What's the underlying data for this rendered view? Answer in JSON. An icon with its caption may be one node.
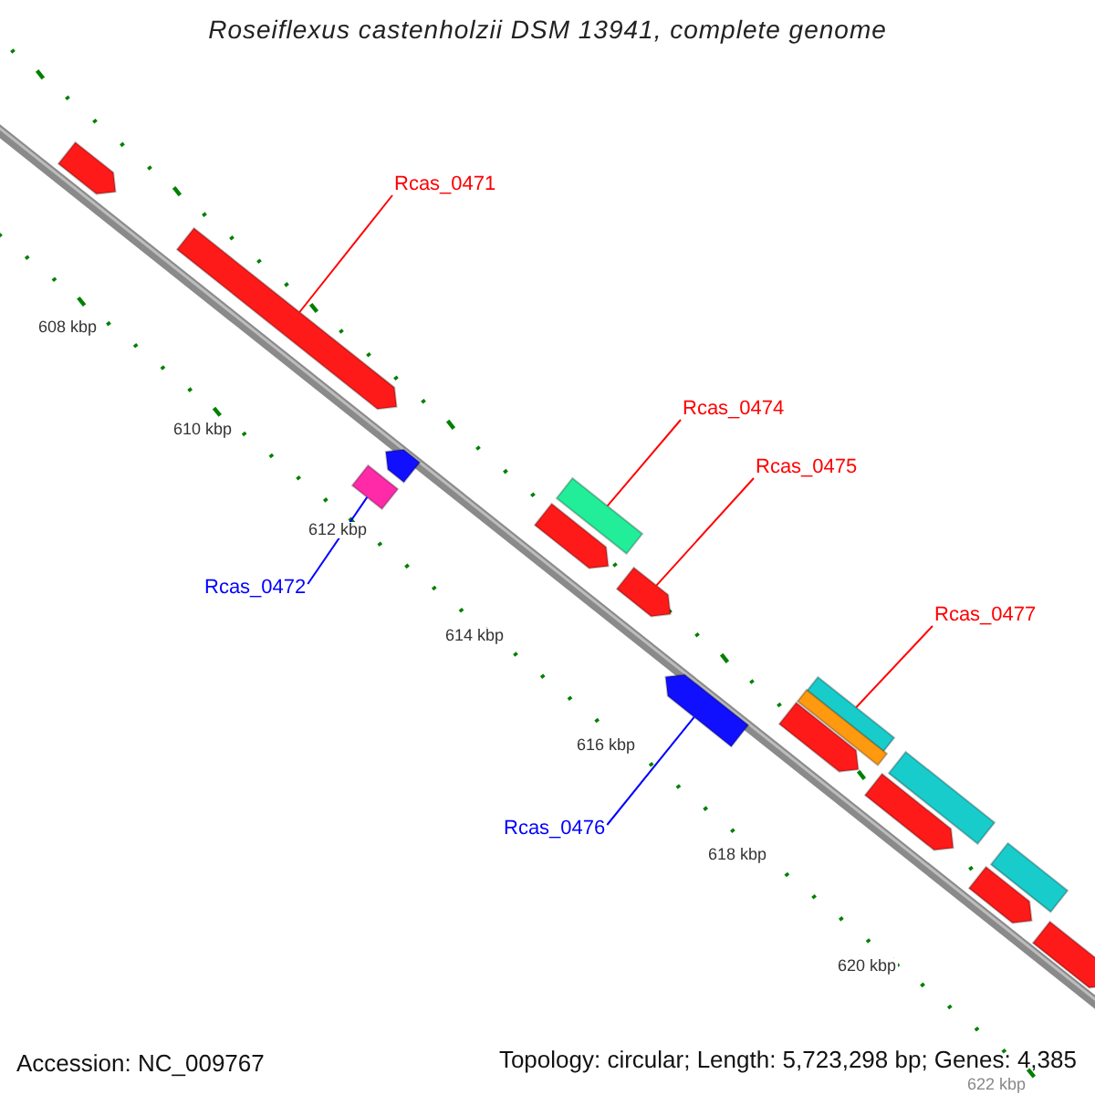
{
  "diagram": {
    "title": "Roseiflexus castenholzii DSM 13941, complete genome",
    "nodes": [
      {
        "text": [],
        "shape": "arrow"
      },
      {
        "text": [],
        "shape": "arrow"
      },
      {
        "text": [],
        "shape": "arrow"
      },
      {
        "text": [],
        "shape": "box"
      },
      {
        "text": [],
        "shape": "box"
      },
      {
        "text": [],
        "shape": "arrow"
      },
      {
        "text": [],
        "shape": "arrow"
      },
      {
        "text": [],
        "shape": "arrow"
      },
      {
        "text": [],
        "shape": "box"
      },
      {
        "text": [],
        "shape": "box"
      },
      {
        "text": [],
        "shape": "arrow"
      },
      {
        "text": [],
        "shape": "box"
      },
      {
        "text": [],
        "shape": "arrow"
      },
      {
        "text": [],
        "shape": "box"
      },
      {
        "text": [],
        "shape": "arrow"
      },
      {
        "text": [],
        "shape": "arrow"
      },
      {
        "text": [
          "Rcas_0471"
        ]
      },
      {
        "text": [
          "Rcas_0472"
        ]
      },
      {
        "text": [
          "Rcas_0474"
        ]
      },
      {
        "text": [
          "Rcas_0475"
        ]
      },
      {
        "text": [
          "Rcas_0476"
        ]
      },
      {
        "text": [
          "Rcas_0477"
        ]
      }
    ],
    "edges": [
      {
        "from": 16,
        "to": 1,
        "arrow": "none"
      },
      {
        "from": 17,
        "to": 3,
        "arrow": "none",
        "color": "#0000ff"
      },
      {
        "from": 18,
        "to": 4,
        "arrow": "none"
      },
      {
        "from": 19,
        "to": 6,
        "arrow": "none"
      },
      {
        "from": 20,
        "to": 7,
        "arrow": "none",
        "color": "#0000ff"
      },
      {
        "from": 21,
        "to": 8,
        "arrow": "none"
      }
    ],
    "labels": [
      "608 kbp",
      "610 kbp",
      "612 kbp",
      "614 kbp",
      "616 kbp",
      "618 kbp",
      "620 kbp",
      "622 kbp",
      "Accession: NC_009767",
      "Topology: circular; Length: 5,723,298 bp; Genes: 4,385"
    ]
  }
}
